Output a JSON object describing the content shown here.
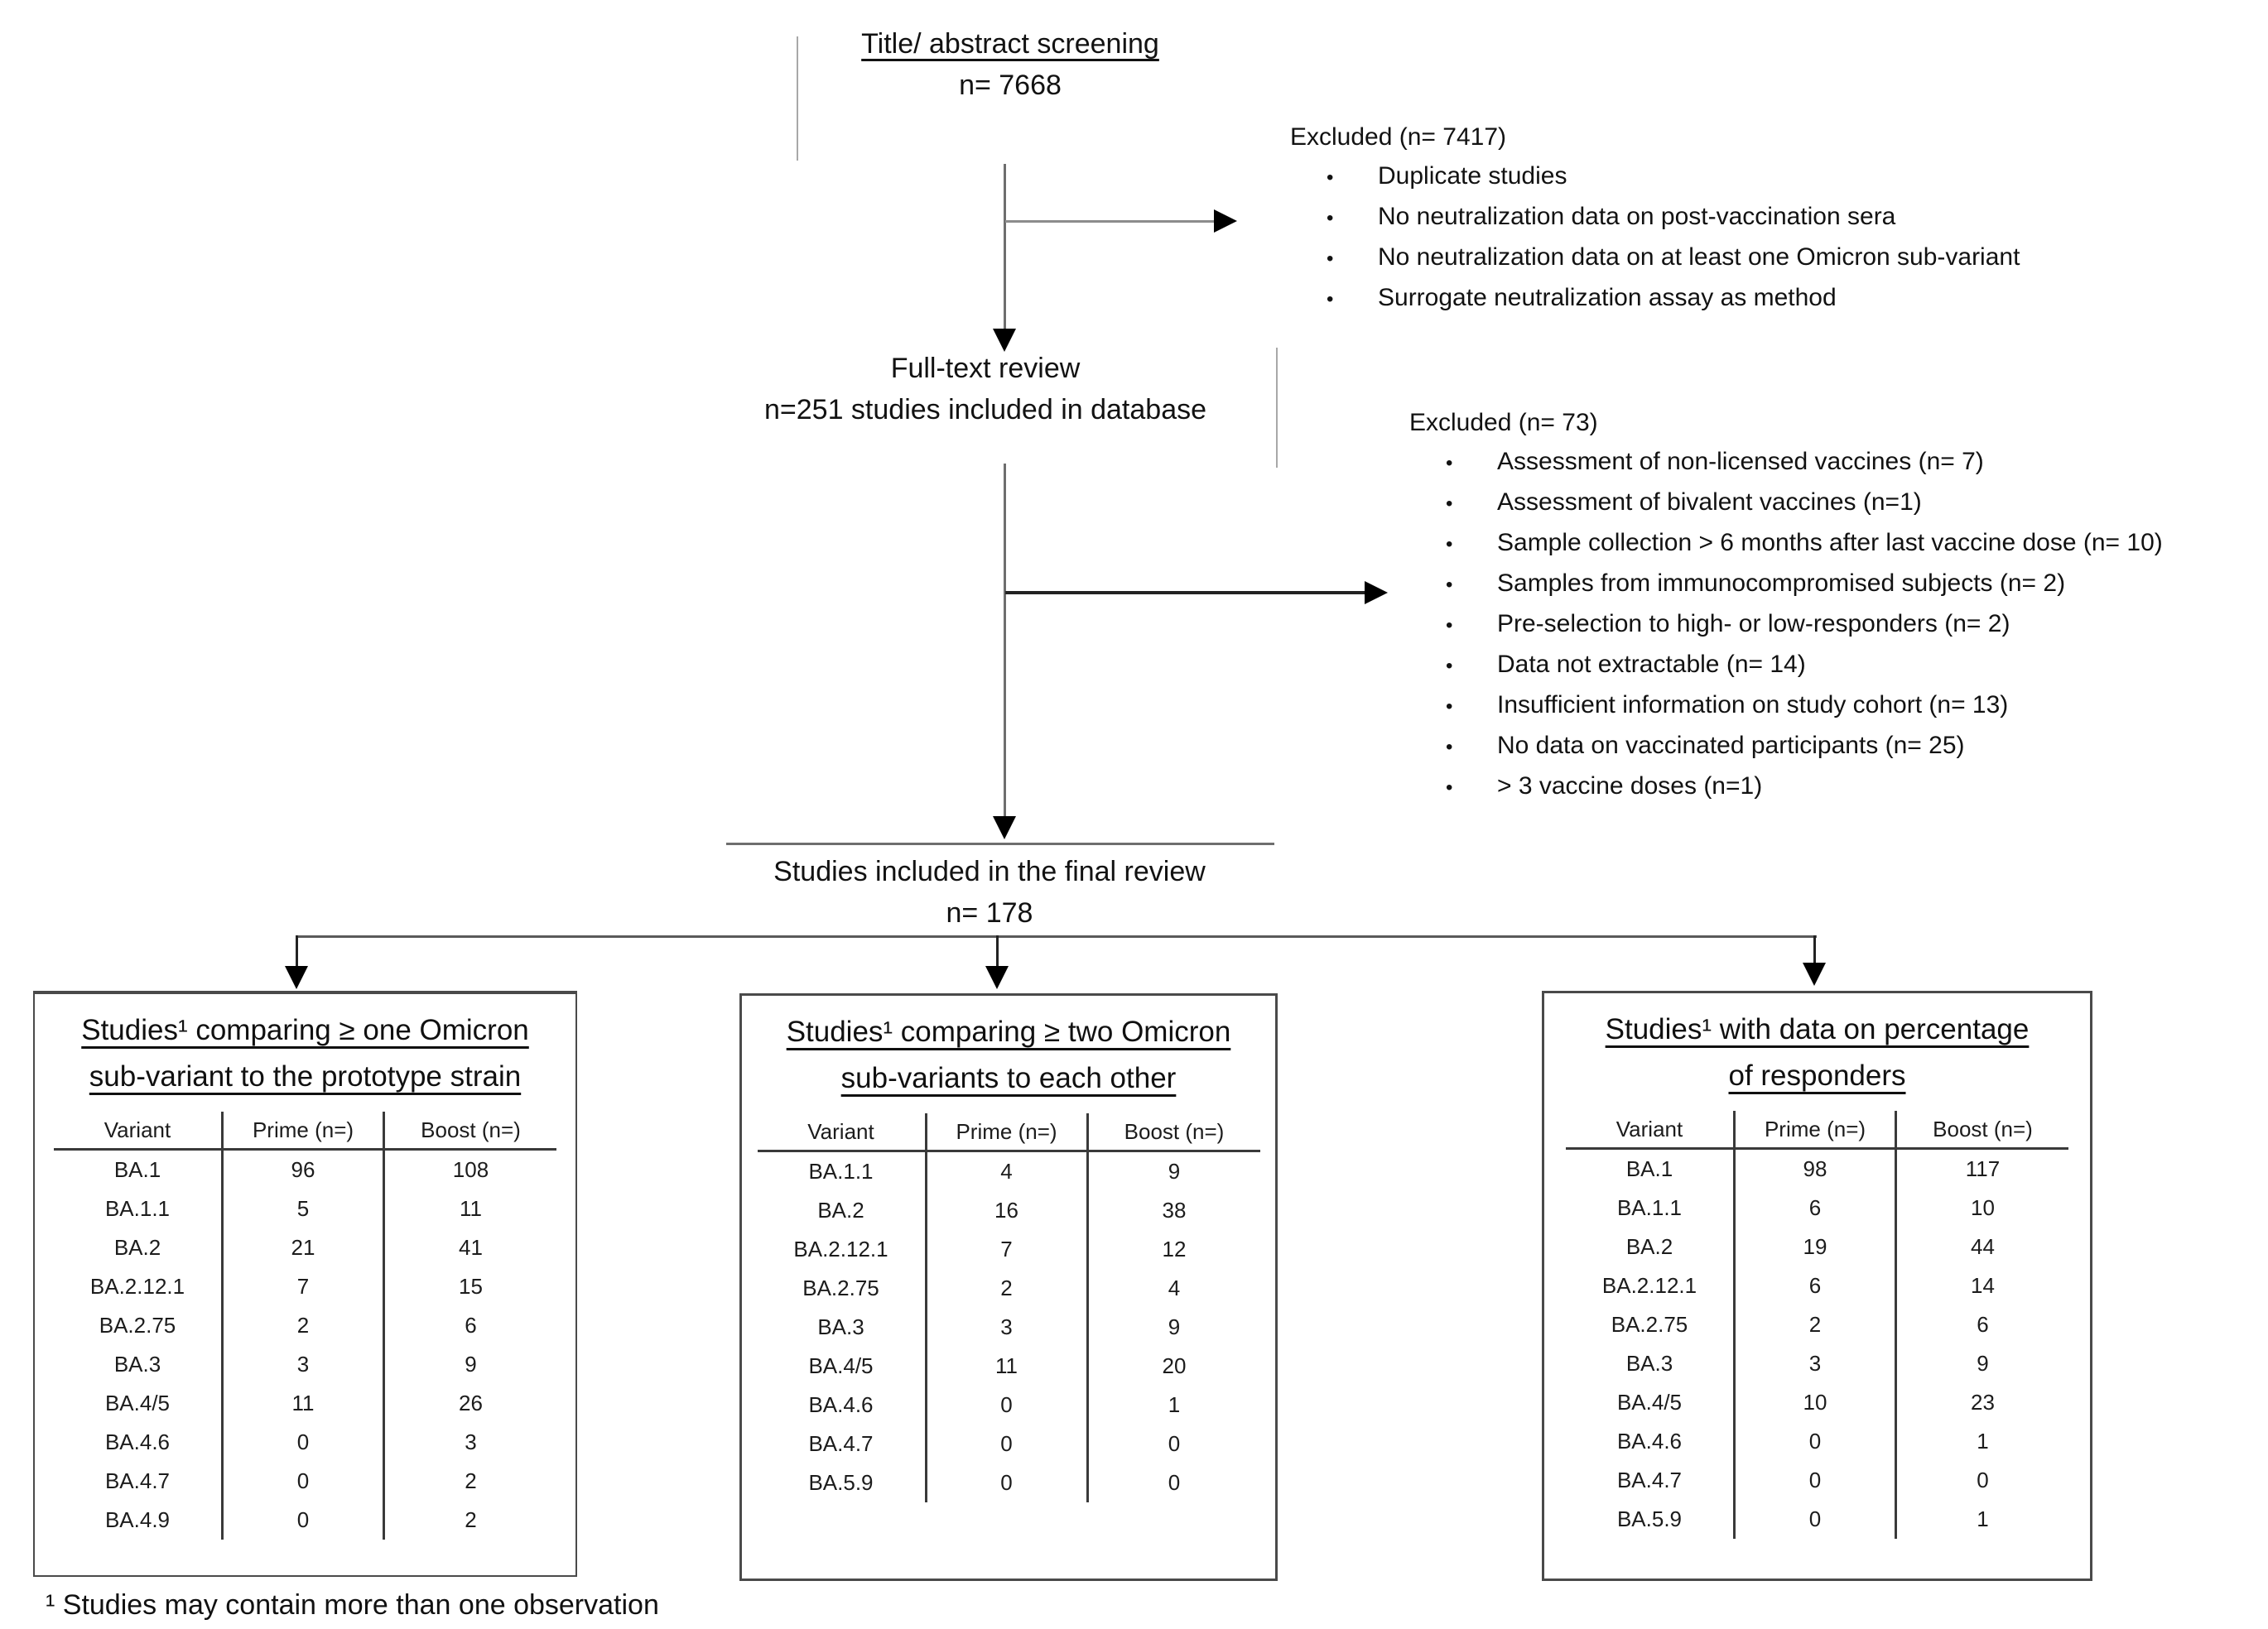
{
  "figure": {
    "nodes": {
      "screening": {
        "title": "Title/ abstract screening",
        "count": "n= 7668"
      },
      "full_text": {
        "title": "Full-text review",
        "count": "n=251 studies included in database"
      },
      "final": {
        "title": "Studies included in the final review",
        "count": "n= 178"
      }
    },
    "exclusions": [
      {
        "title": "Excluded (n= 7417)",
        "items": [
          "Duplicate studies",
          "No neutralization data on post-vaccination sera",
          "No neutralization data on at least one Omicron sub-variant",
          "Surrogate neutralization assay as method"
        ]
      },
      {
        "title": "Excluded (n= 73)",
        "items": [
          "Assessment of non-licensed vaccines (n= 7)",
          "Assessment of bivalent vaccines (n=1)",
          "Sample collection > 6 months after last vaccine dose (n= 10)",
          "Samples from immunocompromised subjects (n= 2)",
          "Pre-selection to high- or low-responders (n= 2)",
          "Data not extractable (n= 14)",
          "Insufficient information on study cohort (n= 13)",
          "No data on vaccinated participants (n= 25)",
          "> 3 vaccine doses (n=1)"
        ]
      }
    ],
    "result_boxes": [
      {
        "title": [
          "Studies¹ comparing ≥ one Omicron",
          "sub-variant to the prototype strain"
        ],
        "headers": [
          "Variant",
          "Prime (n=)",
          "Boost (n=)"
        ],
        "rows": [
          [
            "BA.1",
            "96",
            "108"
          ],
          [
            "BA.1.1",
            "5",
            "11"
          ],
          [
            "BA.2",
            "21",
            "41"
          ],
          [
            "BA.2.12.1",
            "7",
            "15"
          ],
          [
            "BA.2.75",
            "2",
            "6"
          ],
          [
            "BA.3",
            "3",
            "9"
          ],
          [
            "BA.4/5",
            "11",
            "26"
          ],
          [
            "BA.4.6",
            "0",
            "3"
          ],
          [
            "BA.4.7",
            "0",
            "2"
          ],
          [
            "BA.4.9",
            "0",
            "2"
          ]
        ]
      },
      {
        "title": [
          "Studies¹ comparing ≥ two Omicron",
          "sub-variants to each other"
        ],
        "headers": [
          "Variant",
          "Prime (n=)",
          "Boost (n=)"
        ],
        "rows": [
          [
            "BA.1.1",
            "4",
            "9"
          ],
          [
            "BA.2",
            "16",
            "38"
          ],
          [
            "BA.2.12.1",
            "7",
            "12"
          ],
          [
            "BA.2.75",
            "2",
            "4"
          ],
          [
            "BA.3",
            "3",
            "9"
          ],
          [
            "BA.4/5",
            "11",
            "20"
          ],
          [
            "BA.4.6",
            "0",
            "1"
          ],
          [
            "BA.4.7",
            "0",
            "0"
          ],
          [
            "BA.5.9",
            "0",
            "0"
          ]
        ]
      },
      {
        "title": [
          "Studies¹ with data on percentage",
          "of responders"
        ],
        "headers": [
          "Variant",
          "Prime (n=)",
          "Boost (n=)"
        ],
        "rows": [
          [
            "BA.1",
            "98",
            "117"
          ],
          [
            "BA.1.1",
            "6",
            "10"
          ],
          [
            "BA.2",
            "19",
            "44"
          ],
          [
            "BA.2.12.1",
            "6",
            "14"
          ],
          [
            "BA.2.75",
            "2",
            "6"
          ],
          [
            "BA.3",
            "3",
            "9"
          ],
          [
            "BA.4/5",
            "10",
            "23"
          ],
          [
            "BA.4.6",
            "0",
            "1"
          ],
          [
            "BA.4.7",
            "0",
            "0"
          ],
          [
            "BA.5.9",
            "0",
            "1"
          ]
        ]
      }
    ],
    "footnote": "¹ Studies may contain more than one observation"
  }
}
